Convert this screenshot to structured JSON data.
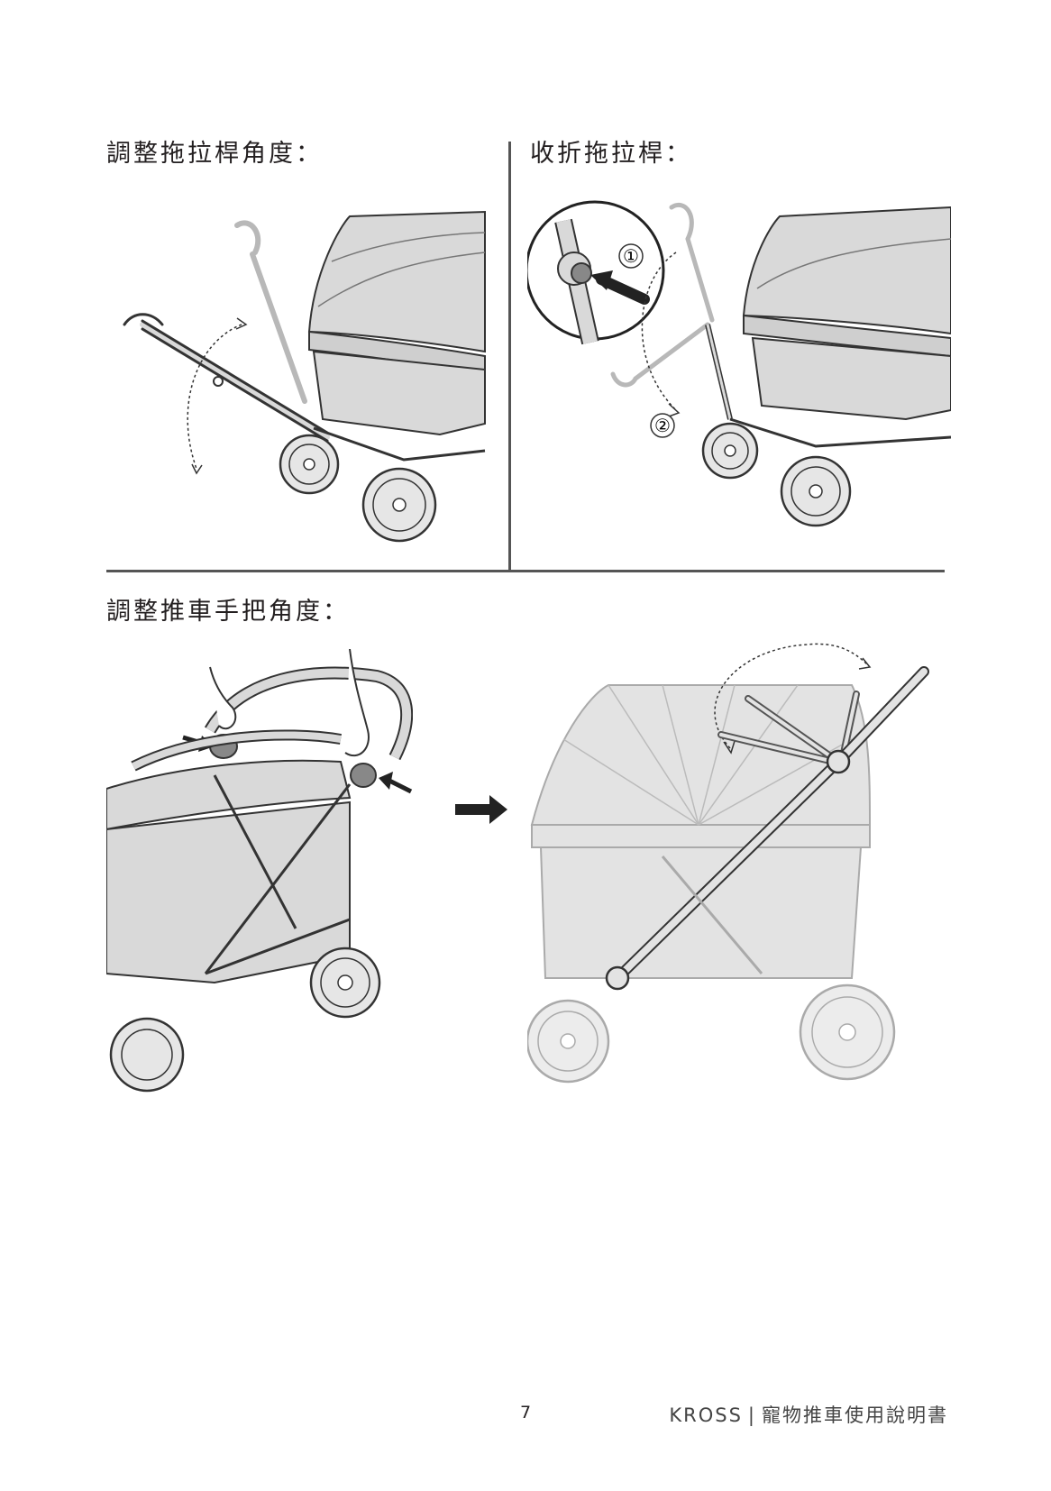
{
  "sections": {
    "tow_angle": {
      "heading": "調整拖拉桿角度："
    },
    "fold_tow": {
      "heading": "收折拖拉桿：",
      "step1": "①",
      "step2": "②"
    },
    "handle_angle": {
      "heading": "調整推車手把角度："
    }
  },
  "footer": {
    "page_number": "7",
    "brand": "KROSS",
    "separator": "|",
    "manual_title": "寵物推車使用說明書"
  }
}
